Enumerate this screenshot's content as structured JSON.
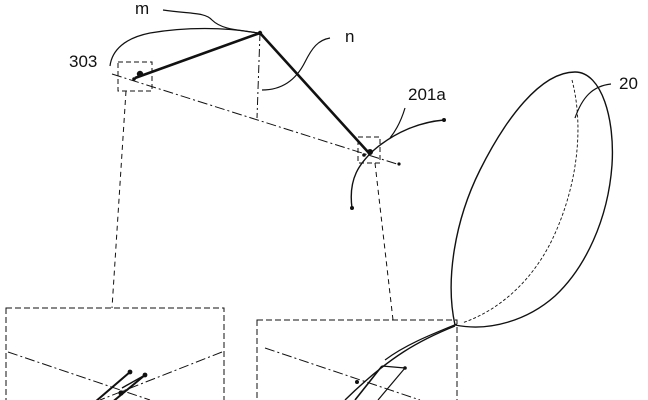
{
  "labels": {
    "m": "m",
    "n": "n",
    "ref_303": "303",
    "ref_201a": "201a",
    "ref_20": "20"
  },
  "colors": {
    "line": "#111111",
    "background": "#ffffff"
  }
}
